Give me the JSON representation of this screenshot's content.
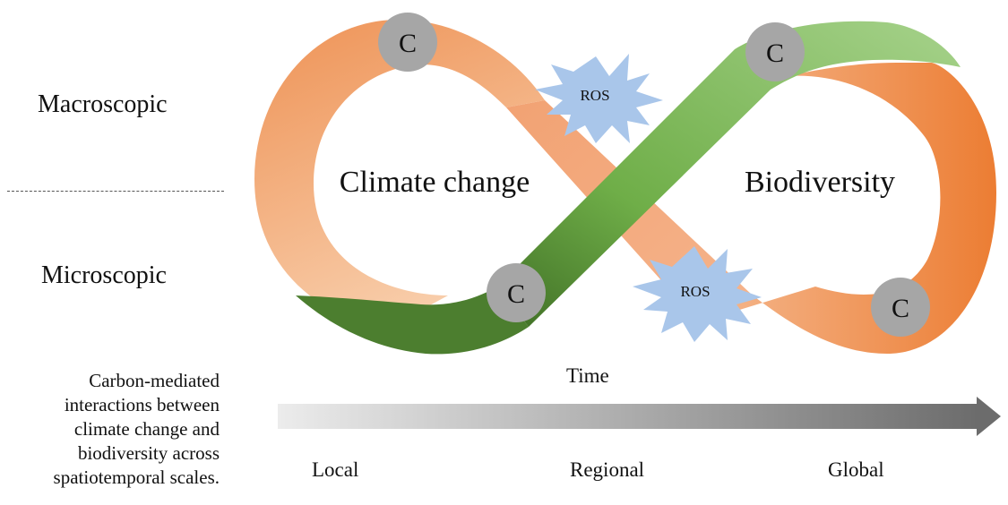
{
  "levels": {
    "top": "Macroscopic",
    "bottom": "Microscopic"
  },
  "caption_lines": [
    "Carbon-mediated",
    "interactions between",
    "climate change and",
    "biodiversity across",
    "spatiotemporal scales."
  ],
  "loop": {
    "left_label": "Climate change",
    "right_label": "Biodiversity",
    "carbon_marker": "C",
    "ros_marker": "ROS"
  },
  "axis": {
    "label": "Time",
    "scales": [
      "Local",
      "Regional",
      "Global"
    ]
  },
  "colors": {
    "orange_band": "#ef955a",
    "orange_light": "#f6c6a2",
    "green_band": "#7ebb58",
    "green_dark": "#4a7a2e",
    "carbon_circle": "#a6a6a6",
    "ros_burst": "#a9c6ea",
    "arrow_dark": "#6f6f6f",
    "arrow_light": "#e8e8e8"
  }
}
